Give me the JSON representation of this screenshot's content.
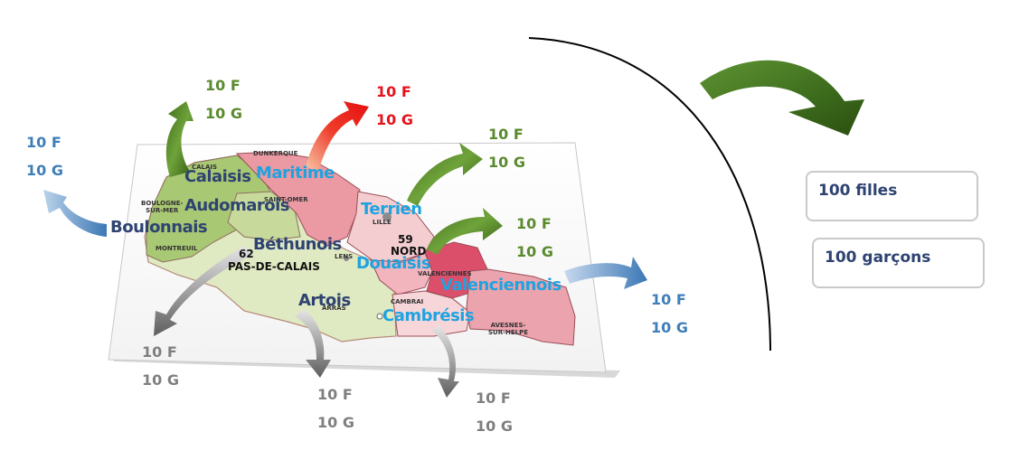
{
  "colors": {
    "navy": "#2e4371",
    "cyan": "#1fa3df",
    "green": "#5a8a2e",
    "red": "#e4141b",
    "blue": "#3f7fb8",
    "gray": "#7f7f7f"
  },
  "regions": {
    "calaisis": "Calaisis",
    "maritime": "Maritime",
    "audomarois": "Audomarois",
    "terrien": "Terrien",
    "boulonnais": "Boulonnais",
    "bethunois": "Béthunois",
    "douaisis": "Douaisis",
    "valenciennois": "Valenciennois",
    "artois": "Artois",
    "cambresis": "Cambrésis"
  },
  "map_labels": {
    "dunkerque": "DUNKERQUE",
    "calais": "CALAIS",
    "saint_omer": "SAINT-OMER",
    "boulogne_line1": "BOULOGNE-",
    "boulogne_line2": "SUR-MER",
    "lille": "LILLE",
    "dept_59": "59",
    "nord": "NORD",
    "montreuil": "MONTREUIL",
    "dept_62": "62",
    "pas_de_calais": "PAS-DE-CALAIS",
    "lens": "LENS",
    "valenciennes": "VALENCIENNES",
    "arras": "ARRAS",
    "cambrai": "CAMBRAI",
    "avesnes_line1": "AVESNES-",
    "avesnes_line2": "SUR-HELPE"
  },
  "counts": [
    {
      "id": "top-left-green",
      "f": "10 F",
      "g": "10 G",
      "color": "green"
    },
    {
      "id": "top-red",
      "f": "10 F",
      "g": "10 G",
      "color": "red"
    },
    {
      "id": "left-blue",
      "f": "10 F",
      "g": "10 G",
      "color": "blue"
    },
    {
      "id": "right-green-1",
      "f": "10 F",
      "g": "10 G",
      "color": "green"
    },
    {
      "id": "right-green-2",
      "f": "10 F",
      "g": "10 G",
      "color": "green"
    },
    {
      "id": "right-blue",
      "f": "10 F",
      "g": "10 G",
      "color": "blue"
    },
    {
      "id": "bottom-gray-1",
      "f": "10 F",
      "g": "10 G",
      "color": "gray"
    },
    {
      "id": "bottom-gray-2",
      "f": "10 F",
      "g": "10 G",
      "color": "gray"
    },
    {
      "id": "bottom-gray-3",
      "f": "10 F",
      "g": "10 G",
      "color": "gray"
    }
  ],
  "totals": {
    "girls": "100 filles",
    "boys": "100 garçons"
  }
}
